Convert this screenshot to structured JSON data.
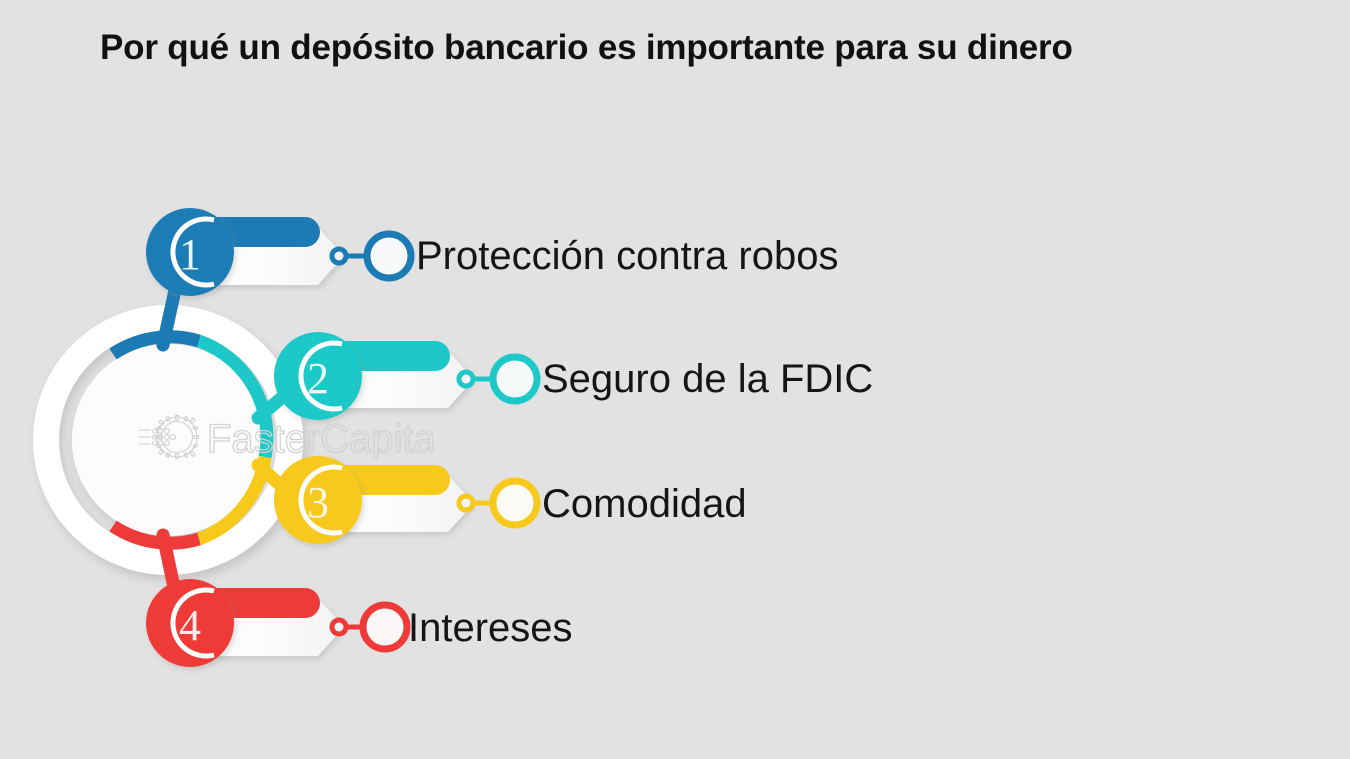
{
  "page": {
    "background_color": "#e2e2e2",
    "title": "Por qué un depósito bancario es importante para su dinero"
  },
  "infographic": {
    "type": "numbered-list-circle-diagram",
    "center": {
      "ring_color": "#ffffff",
      "arc_segments": [
        "#1c7bb5",
        "#1ec8c8",
        "#f6c91a",
        "#ee3a38"
      ]
    },
    "items": [
      {
        "number": "1",
        "label": "Protección contra robos",
        "color": "#1c7bb5",
        "number_text_color": "#eef4f8"
      },
      {
        "number": "2",
        "label": "Seguro de la FDIC",
        "color": "#1ec8c8",
        "number_text_color": "#eaf7f7"
      },
      {
        "number": "3",
        "label": "Comodidad",
        "color": "#f6c91a",
        "number_text_color": "#fdf6e0"
      },
      {
        "number": "4",
        "label": "Intereses",
        "color": "#ee3a38",
        "number_text_color": "#fdeceb"
      }
    ]
  },
  "watermark": {
    "text": "FasterCapital",
    "color": "#d2d2d2",
    "logo": "gear-icon"
  }
}
